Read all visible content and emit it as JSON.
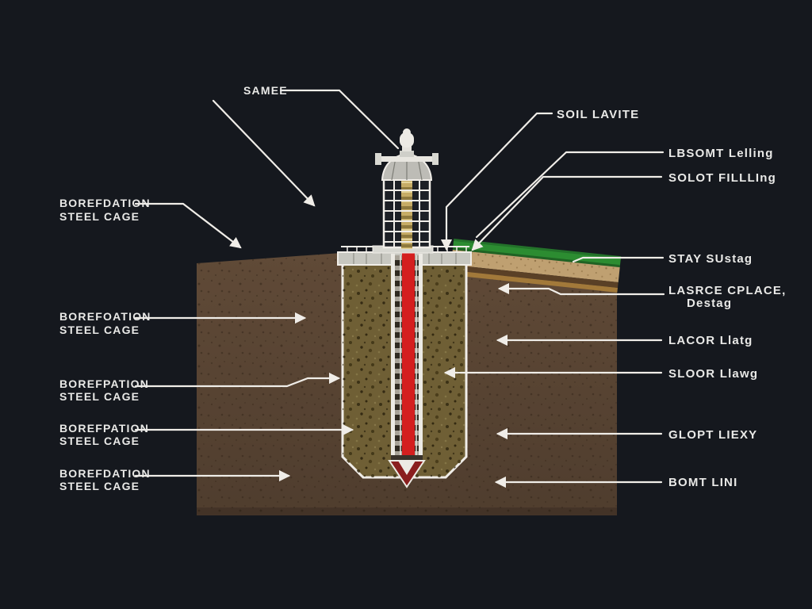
{
  "colors": {
    "background": "#15181e",
    "soil": "#5d4836",
    "soil_dark": "#4e3b2c",
    "shaft_fill": "#6f5f35",
    "collar": "#c7c7c0",
    "line": "#f0ede8",
    "pile_core": "#d41f1f",
    "pile_tip": "#8a1e1e",
    "grass": "#2c8c31",
    "grass_dark": "#1f6323",
    "sand": "#bfa071",
    "subsoil_band": "#5a4026",
    "gold_band": "#a2793a",
    "cage_column": "#c6ac66",
    "text": "#e9e9e7"
  },
  "labels": {
    "top_center": "SAMEE",
    "left_column": [
      {
        "line1": "BOREFDATION",
        "line2": "STEEL CAGE"
      },
      {
        "line1": "BOREFOATION",
        "line2": "STEEL CAGE"
      },
      {
        "line1": "BOREFPATION",
        "line2": "STEEL CAGE"
      },
      {
        "line1": "BOREFPATION",
        "line2": "STEEL CAGE"
      },
      {
        "line1": "BOREFDATION",
        "line2": "STEEL CAGE"
      }
    ],
    "right_column": [
      {
        "text": "SOIL LAVITE"
      },
      {
        "text": "LBSOMT Lelling"
      },
      {
        "text": "SOLOT FILLLIng"
      },
      {
        "text": "STAY SUstag"
      },
      {
        "text": "LASRCE CPLACE,",
        "line2": "Destag"
      },
      {
        "text": "LACOR Llatg"
      },
      {
        "text": "SLOOR Llawg"
      },
      {
        "text": "GLOPT LIEXY"
      },
      {
        "text": "BOMT LINI"
      }
    ]
  }
}
